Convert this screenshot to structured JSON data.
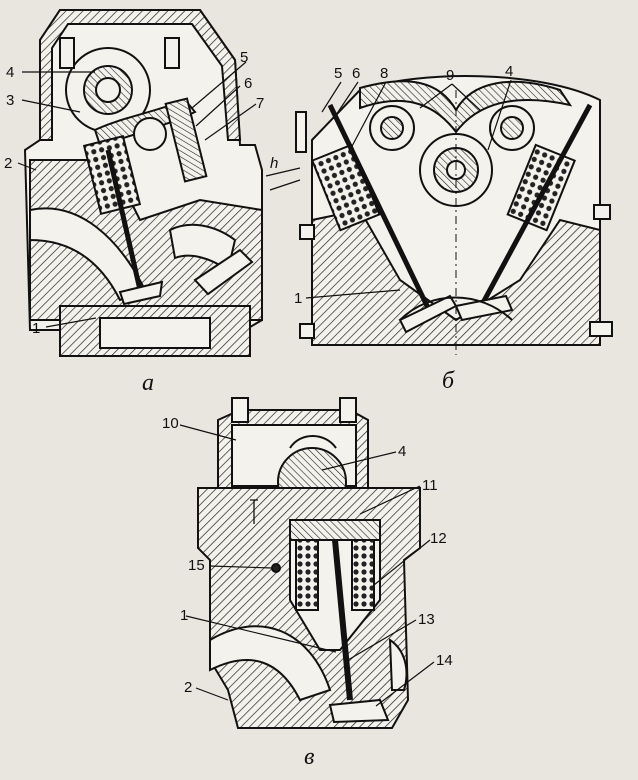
{
  "figure": {
    "panels": [
      {
        "id": "a",
        "caption": "а",
        "labels": [
          "4",
          "3",
          "2",
          "1",
          "5",
          "6",
          "7",
          "h"
        ]
      },
      {
        "id": "b",
        "caption": "б",
        "labels": [
          "5",
          "6",
          "8",
          "9",
          "4",
          "1"
        ]
      },
      {
        "id": "v",
        "caption": "в",
        "labels": [
          "10",
          "4",
          "11",
          "12",
          "15",
          "1",
          "13",
          "2",
          "14"
        ]
      }
    ]
  }
}
